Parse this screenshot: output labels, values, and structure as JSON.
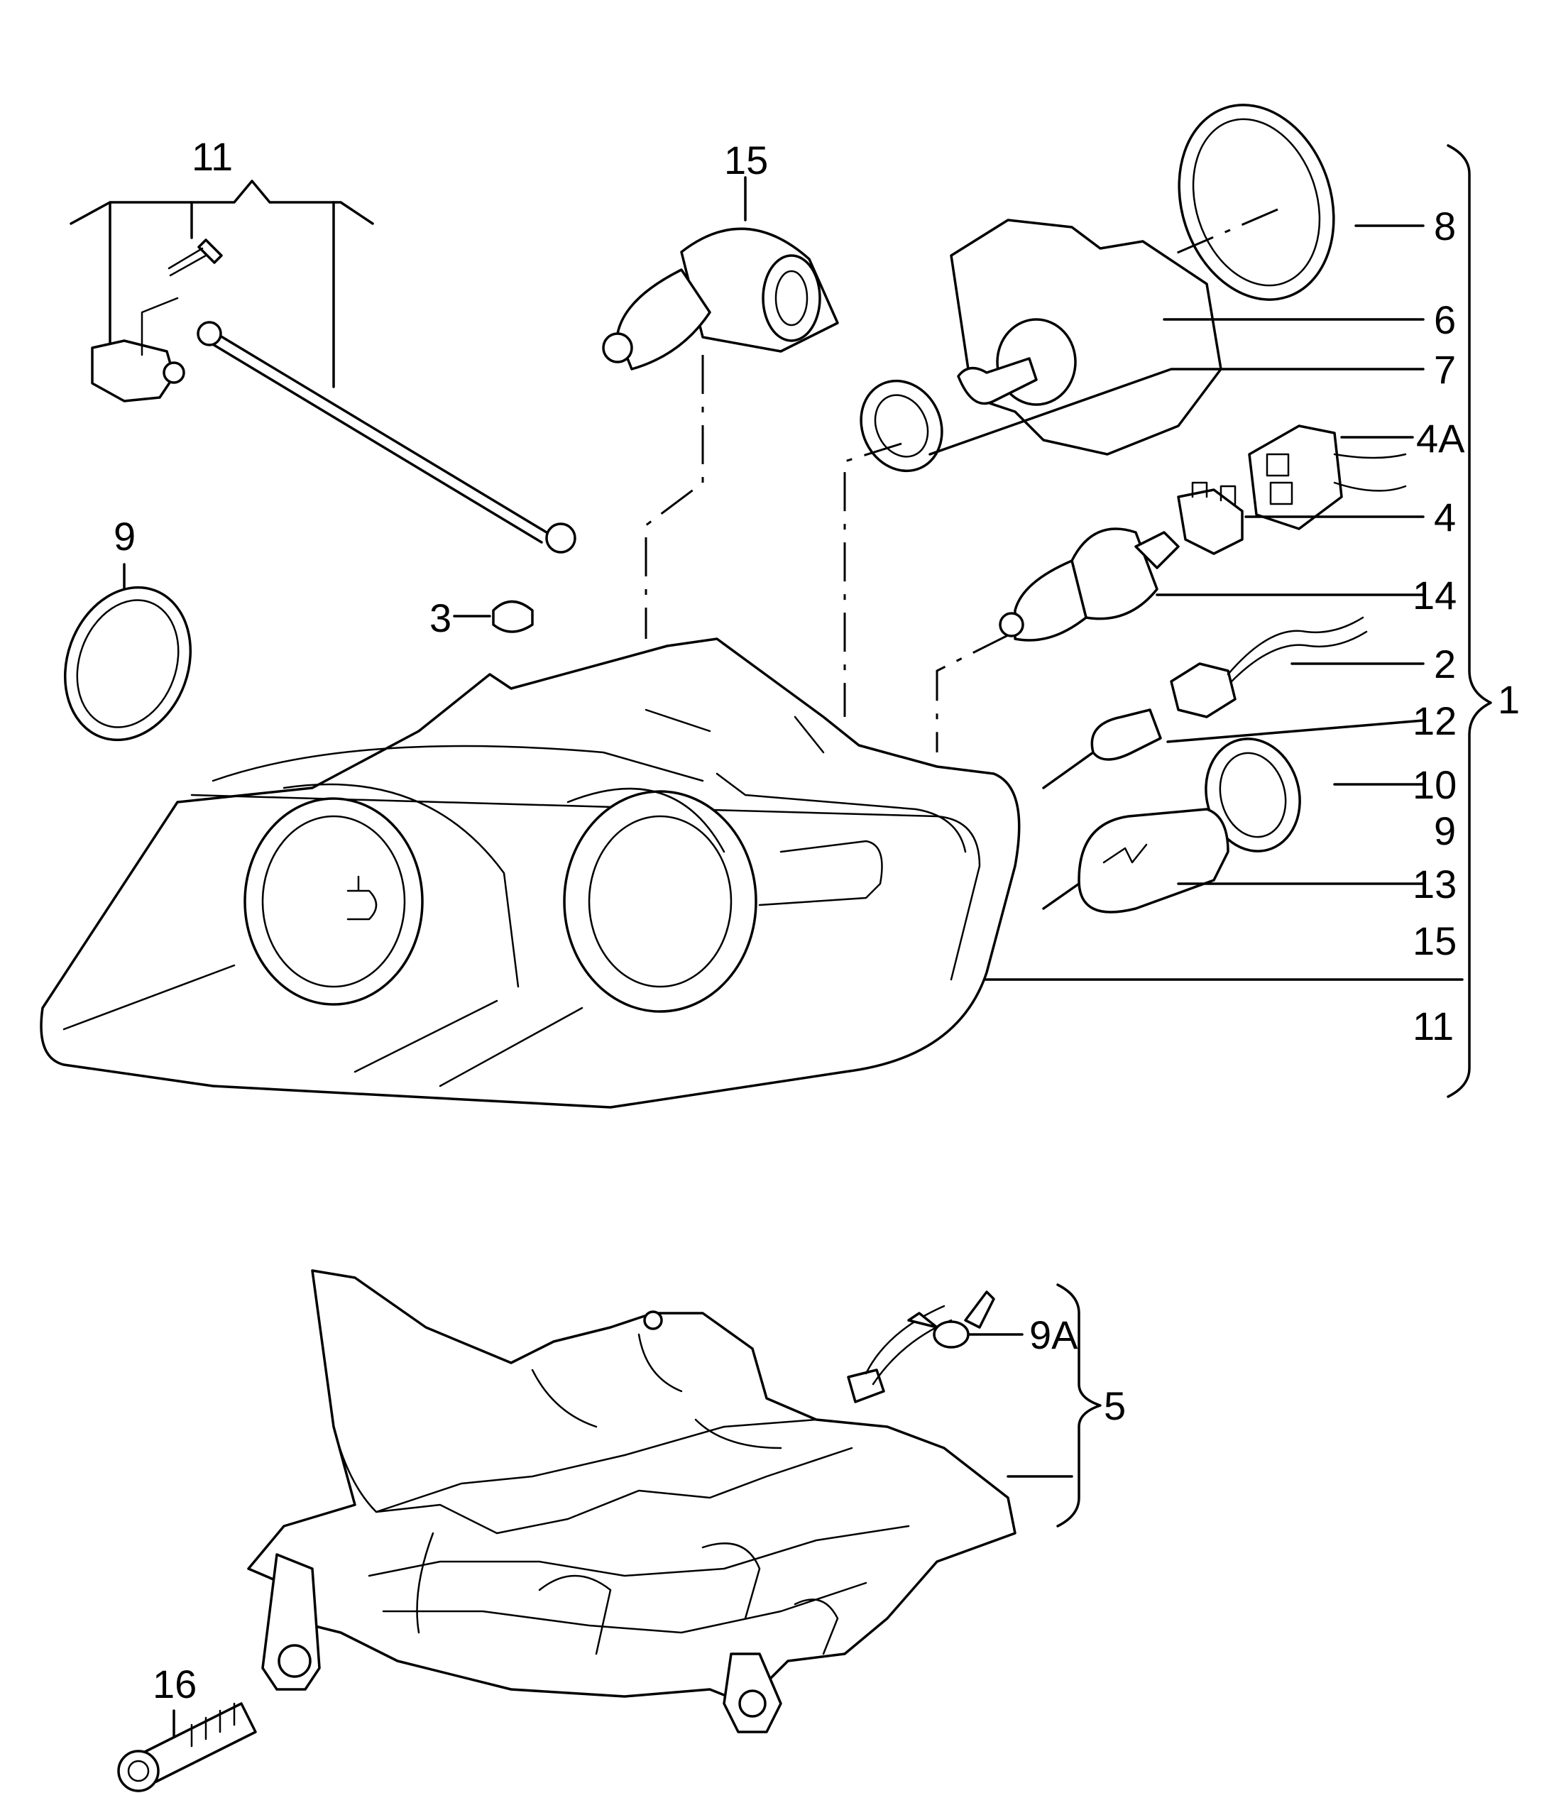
{
  "labels": {
    "l11_top": "11",
    "l15_top": "15",
    "l8": "8",
    "l6": "6",
    "l7": "7",
    "l4a": "4A",
    "l4": "4",
    "l14": "14",
    "l2": "2",
    "l12": "12",
    "l10": "10",
    "l9_right": "9",
    "l13": "13",
    "l15_right": "15",
    "l11_right": "11",
    "l1": "1",
    "l9_left": "9",
    "l3": "3",
    "l9a": "9A",
    "l5": "5",
    "l16": "16"
  }
}
